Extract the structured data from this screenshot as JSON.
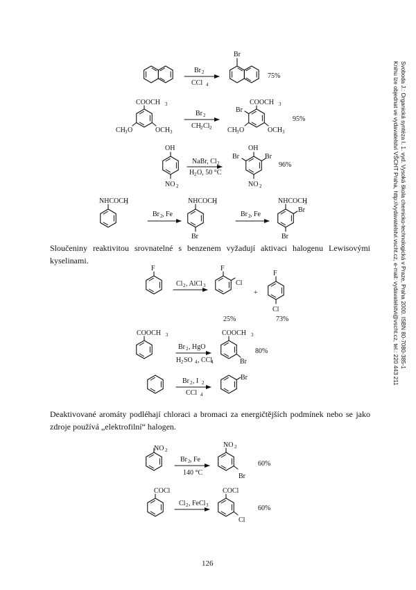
{
  "side_note": {
    "line1": "Svoboda J.: Organická syntéza I. 1. vyd. Vysoká škola chemicko-technologická v Praze, Praha 2000. ISBN 80-7080-385-1",
    "line2": "Knihu lze objednat ve vydavatelství VŠCHT Praha, http://vydavatelstvi.vscht.cz, e-mail: vydavatelstvi@vscht.cz, tel.: 220 443 211"
  },
  "paragraphs": {
    "p1": "Sloučeniny reaktivitou srovnatelné s benzenem vyžadují aktivaci halogenu Lewisovými kyselinami.",
    "p2": "Deaktivované aromáty podléhají chloraci a bromaci za energičtějších podmínek nebo se jako zdroje používá „elektrofilní“ halogen."
  },
  "page_number": "126",
  "labels": {
    "br": "Br",
    "cl": "Cl",
    "f": "F",
    "oh": "OH",
    "no2": "NO",
    "two": "2",
    "cooch": "COOCH",
    "och": "OCH",
    "ch": "CH",
    "o": "O",
    "three": "3",
    "nhcoch": "NHCOCH",
    "cocl": "COCl",
    "plus": "+"
  },
  "reagents": {
    "r1_top": "Br",
    "r1_bot": "CCl",
    "four": "4",
    "r2_bot_a": "CH",
    "r2_bot_b": "Cl",
    "r3_top": "NaBr, Cl",
    "r3_bot_a": "H",
    "r3_bot_b": "O, 50 °C",
    "r4": "Br",
    "fe": ", Fe",
    "r6_top_a": "Cl",
    "r6_top_b": ", AlCl",
    "r7_top_a": "Br",
    "r7_top_b": ", HgO",
    "r7_bot_a": "H",
    "r7_bot_b": "SO",
    "r7_bot_c": ", CCl",
    "r8_top_a": "Br",
    "r8_top_b": ", I",
    "r9_bot": "140 °C",
    "r10_top_b": ", FeCl"
  },
  "yields": {
    "y1": "75%",
    "y2": "95%",
    "y3": "96%",
    "y6a": "25%",
    "y6b": "73%",
    "y7": "80%",
    "y9": "60%",
    "y10": "60%"
  }
}
